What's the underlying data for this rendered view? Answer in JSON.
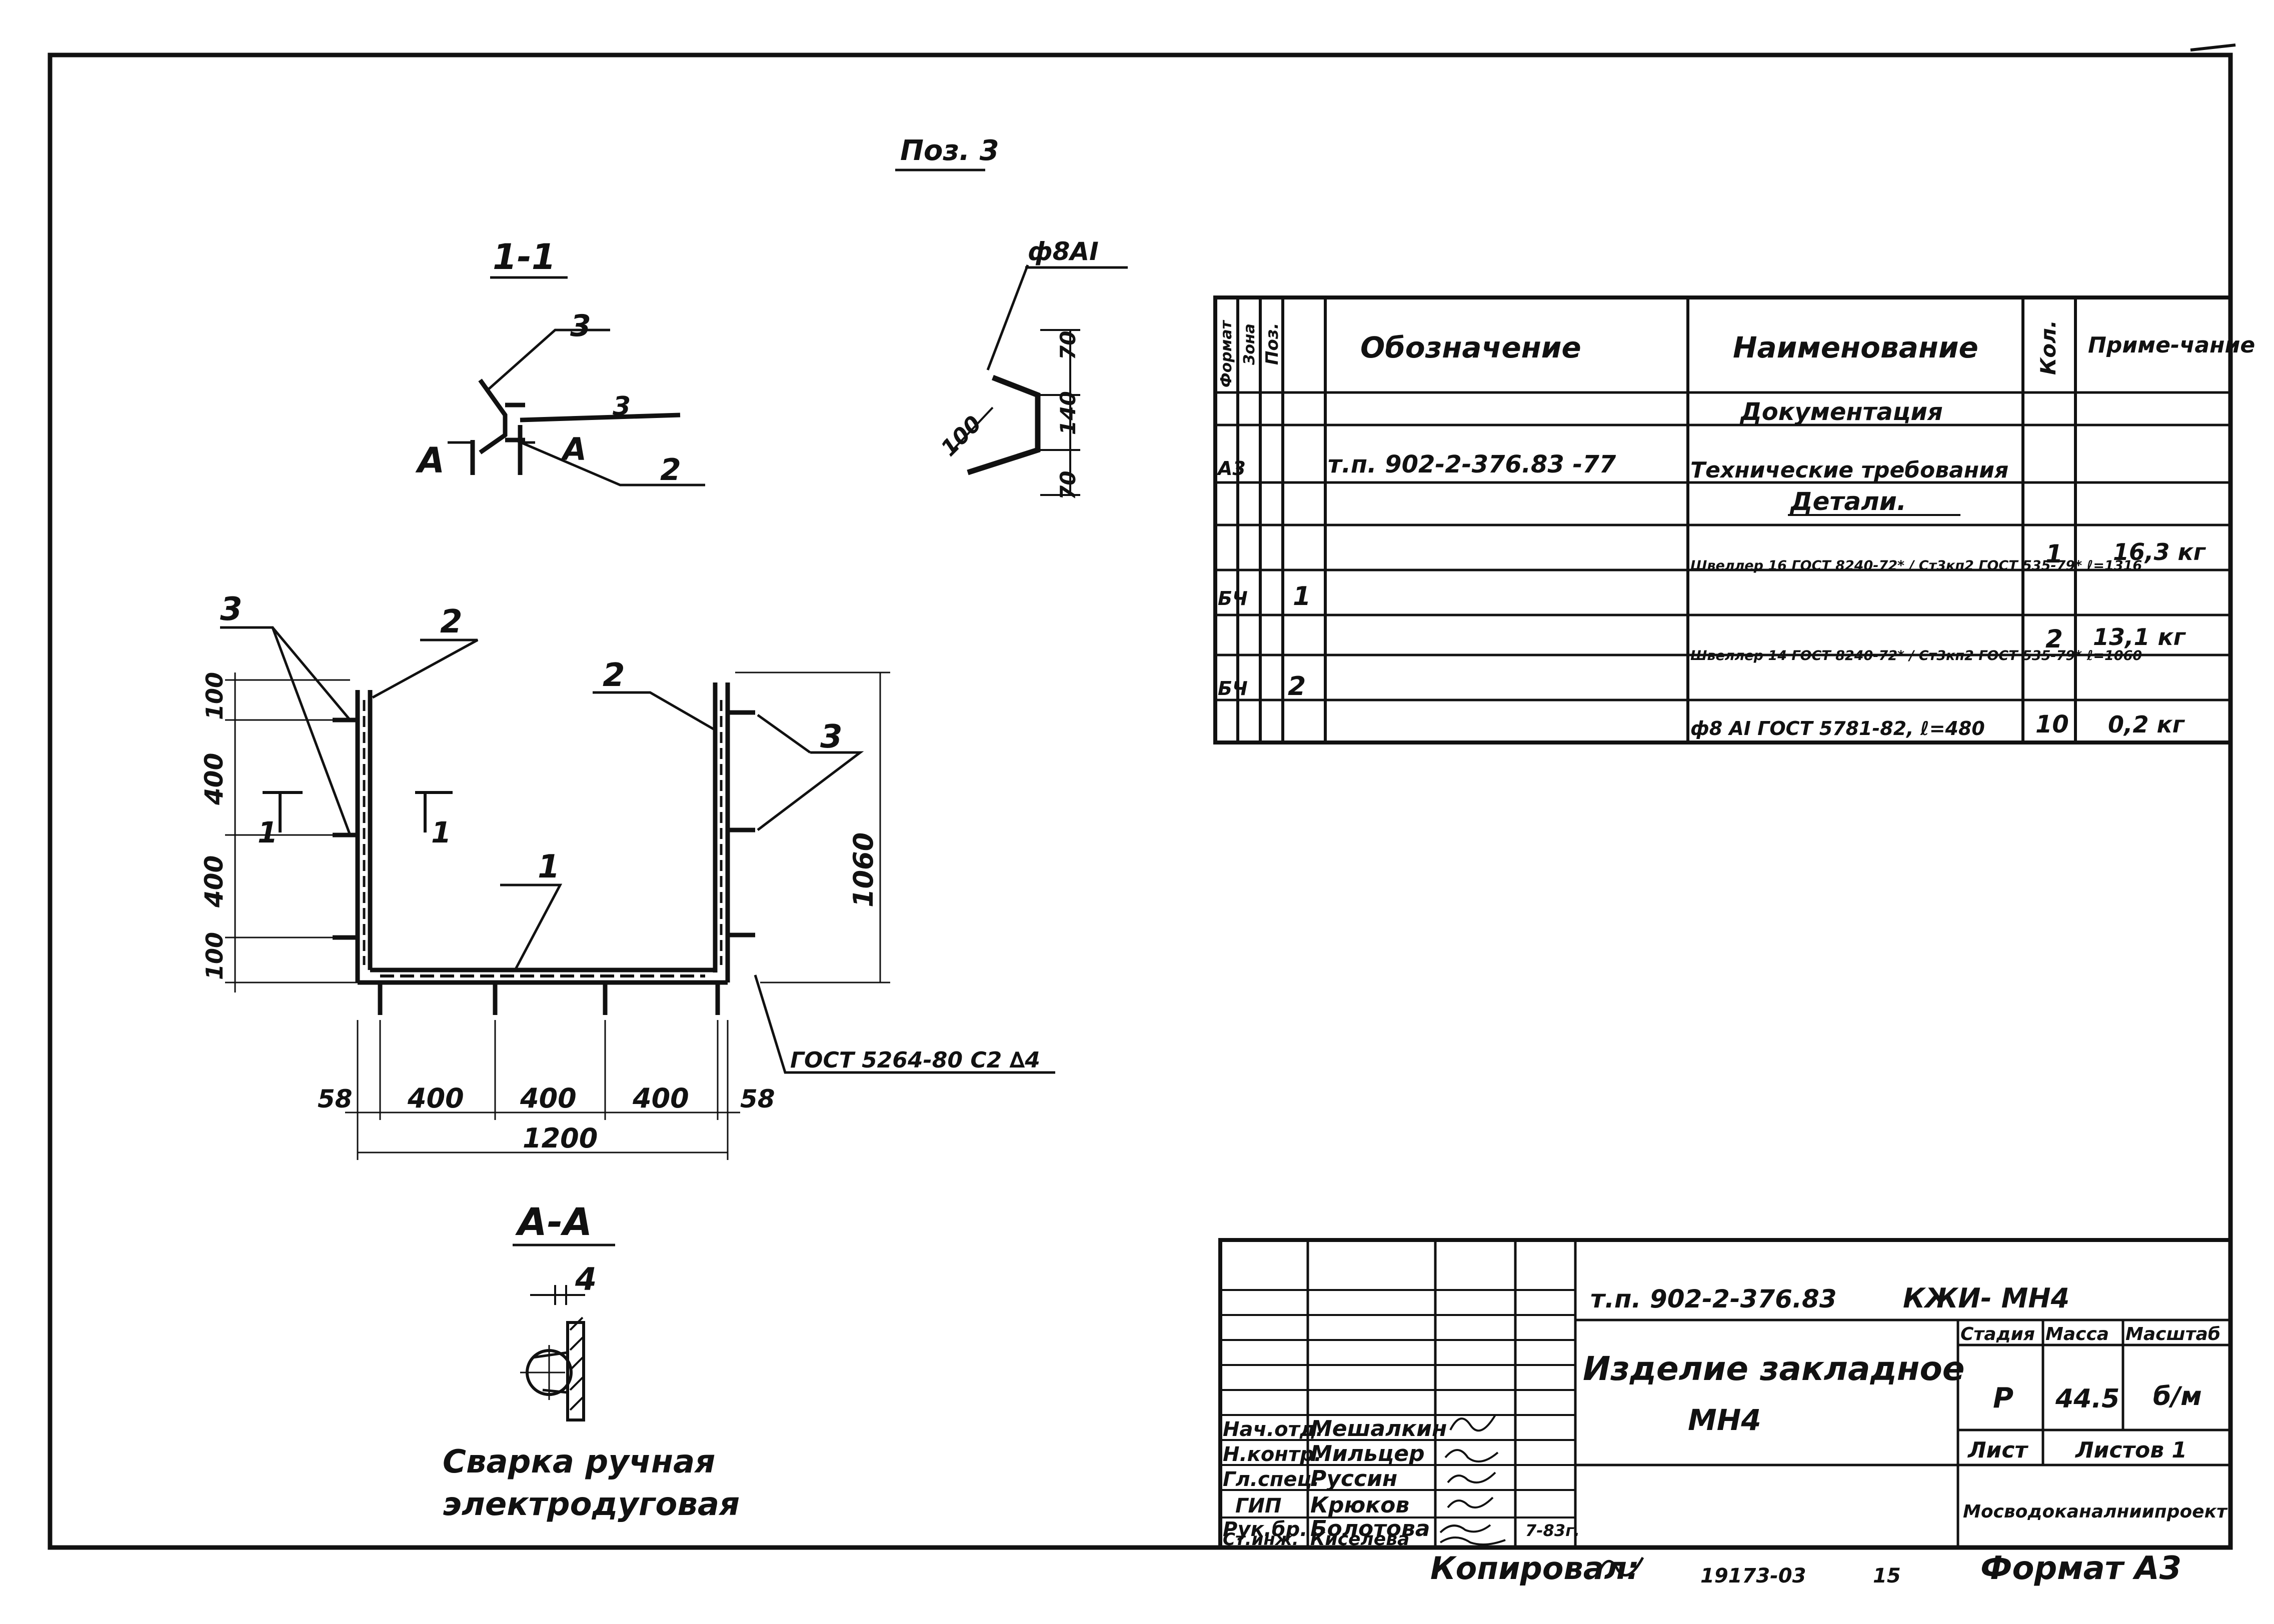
{
  "drawing": {
    "pos_title": "Поз. 3",
    "section_1": "1-1",
    "section_aa": "А-А",
    "bar_symbol": "ф8АI",
    "weld_note_line1": "Сварка ручная",
    "weld_note_line2": "электродуговая",
    "weld_gost": "ГОСТ 5264-80 С2 ∆4",
    "dims": {
      "d100": "100",
      "d400": "400",
      "d1060": "1060",
      "d58": "58",
      "d1200": "1200",
      "d70": "70",
      "d140": "140",
      "d4": "4"
    },
    "callouts": {
      "n1": "1",
      "n2": "2",
      "n3": "3",
      "a": "А"
    }
  },
  "spec": {
    "headers": {
      "format": "Формат",
      "zone": "Зона",
      "pos": "Поз.",
      "designation": "Обозначение",
      "name": "Наименование",
      "qty": "Кол.",
      "note": "Приме-чание"
    },
    "rows": [
      {
        "format": "",
        "zone": "",
        "pos": "",
        "designation": "",
        "name": "Документация",
        "qty": "",
        "note": ""
      },
      {
        "format": "А3",
        "zone": "",
        "pos": "",
        "designation": "т.п. 902-2-376.83    -77",
        "name": "Технические требования",
        "qty": "",
        "note": ""
      },
      {
        "format": "",
        "zone": "",
        "pos": "",
        "designation": "",
        "name": "Детали.",
        "qty": "",
        "note": ""
      },
      {
        "format": "",
        "zone": "",
        "pos": "",
        "designation": "",
        "name": "Швеллер 16 ГОСТ 8240-72* / Ст3кп2 ГОСТ 535-79*  ℓ=1316",
        "qty": "1",
        "note": "16,3 кг"
      },
      {
        "format": "БЧ",
        "zone": "",
        "pos": "1",
        "designation": "",
        "name": "",
        "qty": "",
        "note": ""
      },
      {
        "format": "",
        "zone": "",
        "pos": "",
        "designation": "",
        "name": "Швеллер 14 ГОСТ 8240-72* / Ст3кп2 ГОСТ 535-79*  ℓ=1060",
        "qty": "2",
        "note": "13,1 кг"
      },
      {
        "format": "БЧ",
        "zone": "",
        "pos": "2",
        "designation": "",
        "name": "",
        "qty": "",
        "note": ""
      },
      {
        "format": "",
        "zone": "",
        "pos": "",
        "designation": "",
        "name": "ф8 АI ГОСТ 5781-82, ℓ=480",
        "qty": "10",
        "note": "0,2 кг"
      }
    ]
  },
  "title_block": {
    "doc_code": "т.п. 902-2-376.83",
    "sheet_code": "КЖИ- МН4",
    "item_title": "Изделие закладное",
    "item_code": "МН4",
    "stage_label": "Стадия",
    "mass_label": "Масса",
    "scale_label": "Масштаб",
    "stage": "Р",
    "mass": "44.5",
    "scale": "б/м",
    "sheet_label": "Лист",
    "sheets_label": "Листов 1",
    "org": "Мосводоканалниипроект",
    "people": [
      {
        "role": "Нач.отд.",
        "name": "Мешалкин"
      },
      {
        "role": "Н.контр.",
        "name": "Мильцер"
      },
      {
        "role": "Гл.спец.",
        "name": "Руссин"
      },
      {
        "role": "ГИП",
        "name": "Крюков"
      },
      {
        "role": "Рук.бр.",
        "name": "Болотова"
      },
      {
        "role": "Ст.инж.",
        "name": "Киселева"
      }
    ],
    "sign_date": "7-83г."
  },
  "footer": {
    "copied": "Копировал:",
    "inv": "19173-03",
    "page": "15",
    "format": "Формат А3"
  }
}
